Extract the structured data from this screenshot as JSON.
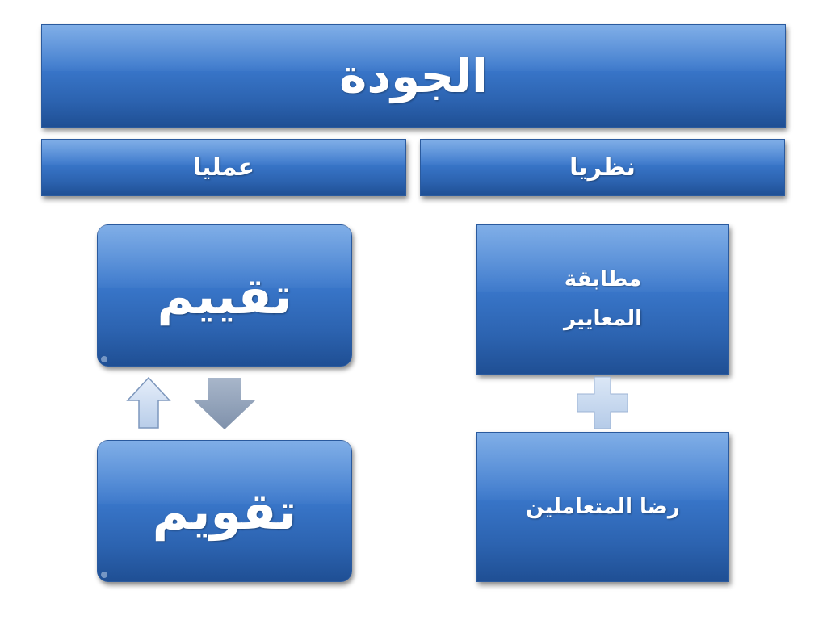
{
  "title": "الجودة",
  "headers": {
    "practical": "عمليا",
    "theoretical": "نظريا"
  },
  "practical_items": {
    "first": "تقييم",
    "second": "تقويم"
  },
  "theoretical_items": {
    "standards_line1": "مطابقة",
    "standards_line2": "المعايير",
    "satisfaction": "رضا المتعاملين"
  },
  "icons": {
    "up_arrow": "arrow-up-icon",
    "down_arrow": "arrow-down-icon",
    "plus": "plus-icon"
  },
  "colors": {
    "box_blue": "#3a78cc",
    "arrow_light": "#c5d9f1",
    "arrow_gray": "#8ea0b9",
    "plus_light": "#c5d9f1"
  }
}
